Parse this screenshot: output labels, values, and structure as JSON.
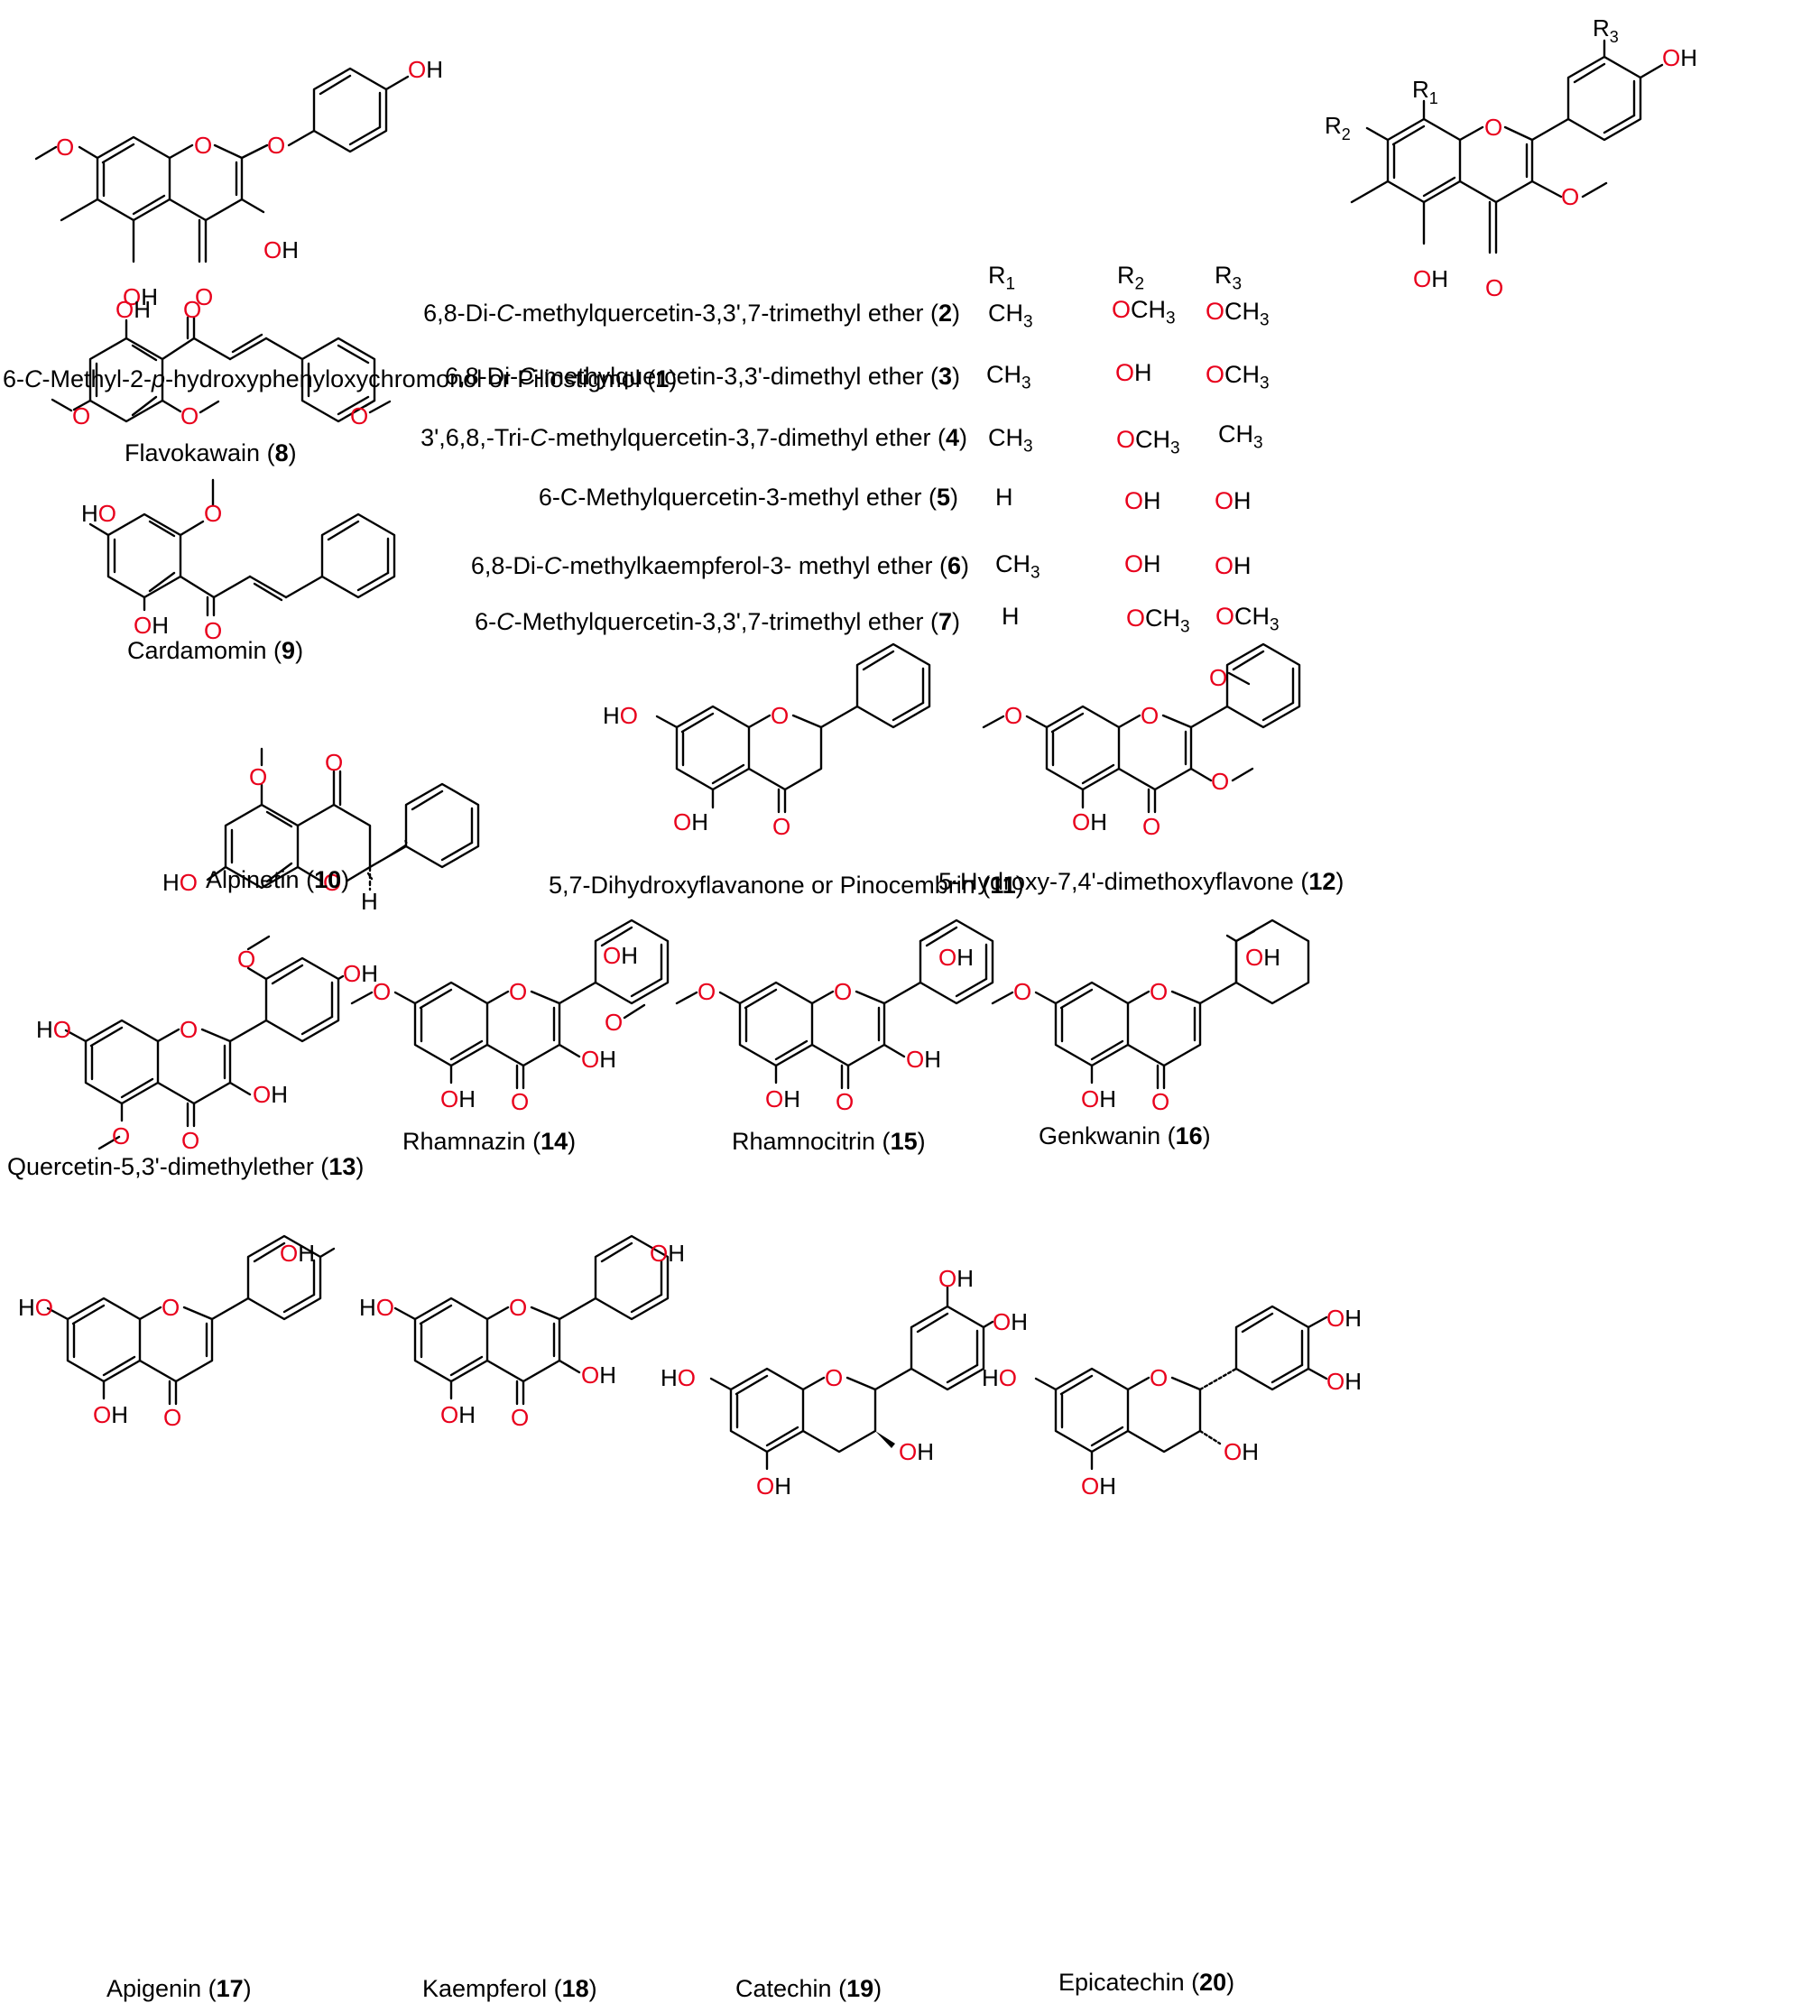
{
  "labels": {
    "c1": {
      "pre": "6-",
      "i1": "C",
      "m1": "-Methyl-2-",
      "i2": "p",
      "m2": "-hydroxyphenyloxychromonol or Piliostigmol  (",
      "num": "1",
      "post": ")"
    },
    "c8": {
      "name": "Flavokawain (",
      "num": "8",
      "post": ")"
    },
    "c9": {
      "name": "Cardamomin (",
      "num": "9",
      "post": ")"
    },
    "c10": {
      "name": "Alpinetin (",
      "num": "10",
      "post": ")"
    },
    "c11": {
      "name": "5,7-Dihydroxyflavanone or Pinocembrin (",
      "num": "11",
      "post": ")"
    },
    "c12": {
      "name": "5-Hydroxy-7,4'-dimethoxyflavone (",
      "num": "12",
      "post": ")"
    },
    "c13": {
      "name": "Quercetin-5,3'-dimethylether (",
      "num": "13",
      "post": ")"
    },
    "c14": {
      "name": "Rhamnazin (",
      "num": "14",
      "post": ")"
    },
    "c15": {
      "name": "Rhamnocitrin (",
      "num": "15",
      "post": ")"
    },
    "c16": {
      "name": "Genkwanin (",
      "num": "16",
      "post": ")"
    },
    "c17": {
      "name": "Apigenin (",
      "num": "17",
      "post": ")"
    },
    "c18": {
      "name": "Kaempferol (",
      "num": "18",
      "post": ")"
    },
    "c19": {
      "name": "Catechin (",
      "num": "19",
      "post": ")"
    },
    "c20": {
      "name": "Epicatechin (",
      "num": "20",
      "post": ")"
    }
  },
  "table": {
    "headers": {
      "r1": "R",
      "r1_sub": "1",
      "r2": "R",
      "r2_sub": "2",
      "r3": "R",
      "r3_sub": "3"
    },
    "rows": [
      {
        "pre": "6,8-Di-",
        "it": "C",
        "post": "-methylquercetin-3,3',7-trimethyl ether (",
        "num": "2",
        "end": ")",
        "r1": "CH",
        "r1_sub": "3",
        "r2_o": "O",
        "r2_rest": "CH",
        "r2_sub": "3",
        "r3_o": "O",
        "r3_rest": "CH",
        "r3_sub": "3"
      },
      {
        "pre": "6,8-Di-",
        "it": "C",
        "post": "-methylquercetin-3,3'-dimethyl ether (",
        "num": "3",
        "end": ")",
        "r1": "CH",
        "r1_sub": "3",
        "r2_o": "O",
        "r2_rest": "H",
        "r2_sub": "",
        "r3_o": "O",
        "r3_rest": "CH",
        "r3_sub": "3"
      },
      {
        "pre": "3',6,8,-Tri-",
        "it": "C",
        "post": "-methylquercetin-3,7-dimethyl ether (",
        "num": "4",
        "end": ")",
        "r1": "CH",
        "r1_sub": "3",
        "r2_o": "O",
        "r2_rest": "CH",
        "r2_sub": "3",
        "r3_o": "",
        "r3_rest": "CH",
        "r3_sub": "3"
      },
      {
        "pre": "6-C-Methylquercetin-3-methyl ether (",
        "it": "",
        "post": "",
        "num": "5",
        "end": ")",
        "r1": "H",
        "r1_sub": "",
        "r2_o": "O",
        "r2_rest": "H",
        "r2_sub": "",
        "r3_o": "O",
        "r3_rest": "H",
        "r3_sub": ""
      },
      {
        "pre": "6,8-Di-",
        "it": "C",
        "post": "-methylkaempferol-3- methyl ether (",
        "num": "6",
        "end": ")",
        "r1": "CH",
        "r1_sub": "3",
        "r2_o": "O",
        "r2_rest": "H",
        "r2_sub": "",
        "r3_o": "O",
        "r3_rest": "H",
        "r3_sub": ""
      },
      {
        "pre": "6-",
        "it": "C",
        "post": "-Methylquercetin-3,3',7-trimethyl ether (",
        "num": "7",
        "end": ")",
        "r1": "H",
        "r1_sub": "",
        "r2_o": "O",
        "r2_rest": "CH",
        "r2_sub": "3",
        "r3_o": "O",
        "r3_rest": "CH",
        "r3_sub": "3"
      }
    ]
  },
  "atoms": {
    "O": "O",
    "OH": "OH",
    "HO": "HO",
    "H": "H",
    "R": "R",
    "1": "1",
    "2": "2",
    "3": "3"
  },
  "colors": {
    "heteroatom": "#e8001c",
    "bond": "#000000"
  }
}
